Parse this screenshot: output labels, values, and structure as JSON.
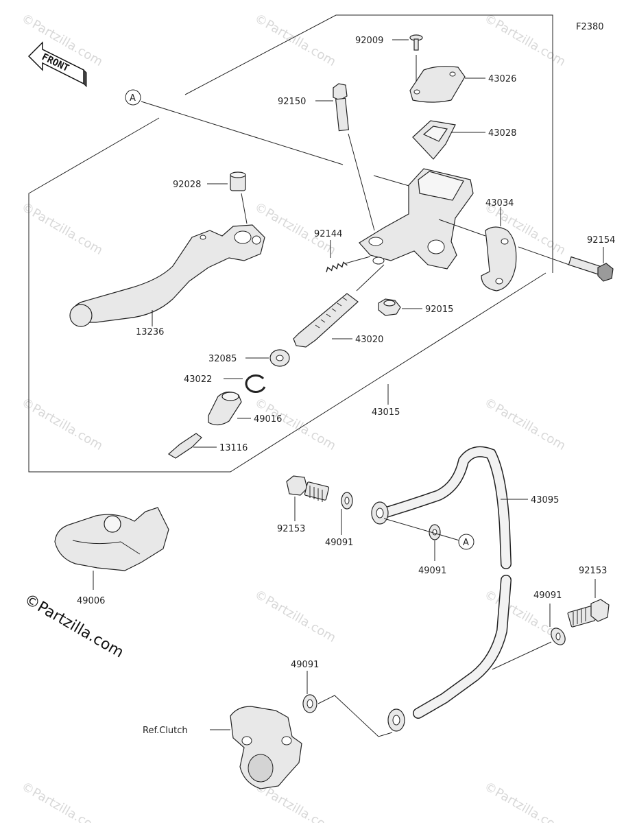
{
  "figure_code": "F2380",
  "front_label": "FRONT",
  "copyright": "©Partzilla.com",
  "watermark_text": "©Partzilla.com",
  "ref_marker": "A",
  "parts": {
    "p92009": "92009",
    "p43026": "43026",
    "p92150": "92150",
    "p43028": "43028",
    "p92028": "92028",
    "p43034": "43034",
    "p92154": "92154",
    "p92144": "92144",
    "p92015": "92015",
    "p13236": "13236",
    "p43020": "43020",
    "p32085": "32085",
    "p43022": "43022",
    "p43015": "43015",
    "p49016": "49016",
    "p13116": "13116",
    "p43095": "43095",
    "p92153a": "92153",
    "p49091a": "49091",
    "p49091b": "49091",
    "p49006": "49006",
    "p92153b": "92153",
    "p49091c": "49091",
    "p49091d": "49091",
    "ref_clutch": "Ref.Clutch"
  }
}
